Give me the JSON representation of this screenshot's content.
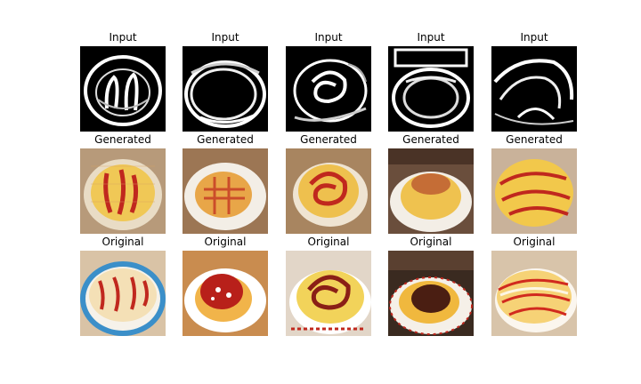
{
  "rows": [
    {
      "label": "Input",
      "kind": "edge-map",
      "titles": [
        "Input",
        "Input",
        "Input",
        "Input",
        "Input"
      ]
    },
    {
      "label": "Generated",
      "kind": "generated-omurice",
      "titles": [
        "Generated",
        "Generated",
        "Generated",
        "Generated",
        "Generated"
      ]
    },
    {
      "label": "Original",
      "kind": "photo-omurice",
      "titles": [
        "Original",
        "Original",
        "Original",
        "Original",
        "Original"
      ]
    }
  ],
  "colors": {
    "background": "#ffffff",
    "edge_bg": "#000000",
    "edge_line": "#ffffff",
    "egg": "#f2c84b",
    "ketchup": "#c0281e",
    "plate": "#f3eee6"
  }
}
